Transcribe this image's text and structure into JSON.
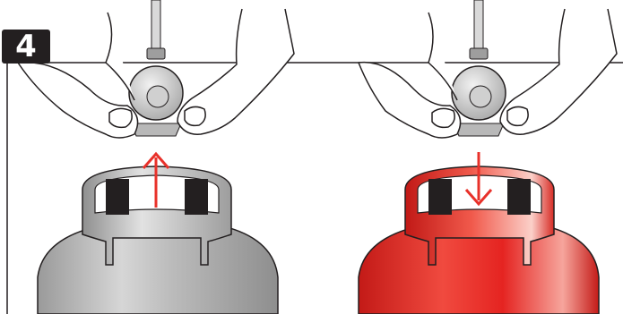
{
  "step": {
    "number": "4"
  },
  "colors": {
    "outline": "#231f20",
    "arrow": "#e8312a",
    "cylinder_left": "#b7b7b7",
    "cylinder_right": "#e52421",
    "regulator": "#c9c9c9"
  },
  "panels": [
    {
      "id": "left",
      "cylinder_color": "grey",
      "arrow_direction": "up",
      "action": "lift-regulator-off"
    },
    {
      "id": "right",
      "cylinder_color": "red",
      "arrow_direction": "down",
      "action": "lower-regulator-on"
    }
  ]
}
